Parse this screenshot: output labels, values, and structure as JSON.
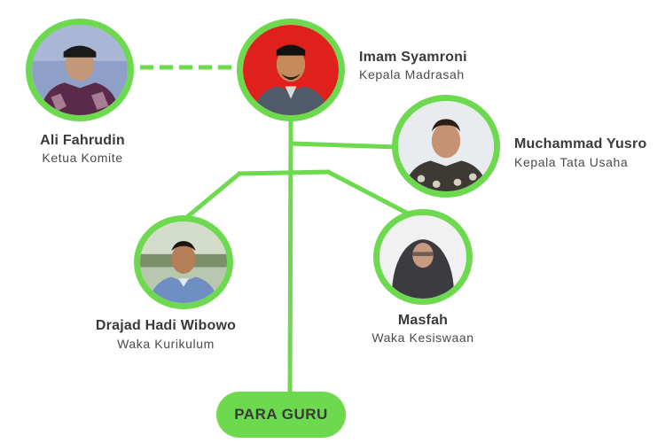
{
  "colors": {
    "accent": "#6cd94e",
    "text": "#3a3a3a",
    "background": "#ffffff"
  },
  "nodes": {
    "head": {
      "name": "Imam Syamroni",
      "role": "Kepala Madrasah",
      "photo": "person-photo-red-background"
    },
    "committee": {
      "name": "Ali Fahrudin",
      "role": "Ketua Komite",
      "photo": "person-photo-elderly-man-cap"
    },
    "admin": {
      "name": "Muchammad Yusro",
      "role": "Kepala Tata Usaha",
      "photo": "person-photo-batik-shirt"
    },
    "curriculum": {
      "name": "Drajad Hadi Wibowo",
      "role": "Waka Kurikulum",
      "photo": "person-photo-outdoor-building"
    },
    "student_affairs": {
      "name": "Masfah",
      "role": "Waka Kesiswaan",
      "photo": "person-photo-hijab"
    }
  },
  "footer": {
    "label": "PARA GURU"
  }
}
